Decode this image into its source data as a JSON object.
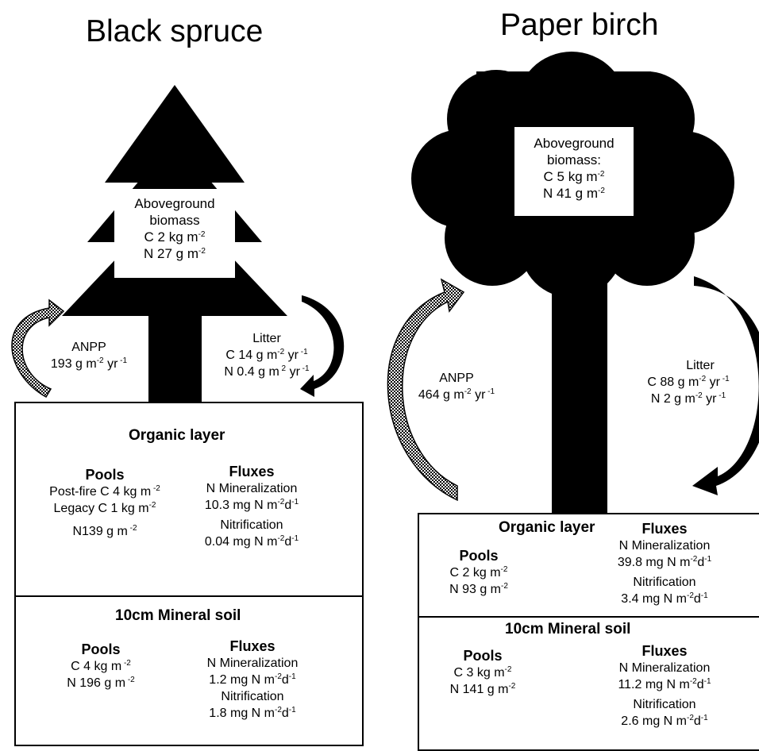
{
  "spruce": {
    "title": "Black spruce",
    "biomass": {
      "line1": "Aboveground",
      "line2": "biomass",
      "c_pre": "C 2 kg m",
      "c_sup": "-2",
      "n_pre": "N 27 g m",
      "n_sup": "-2"
    },
    "anpp": {
      "label": "ANPP",
      "val_pre": "193 g m",
      "val_sup1": "-2",
      "val_mid": " yr",
      "val_sup2": " -1"
    },
    "litter": {
      "label": "Litter",
      "c_pre": "C 14 g m",
      "c_sup1": "-2",
      "c_mid": " yr",
      "c_sup2": " -1",
      "n_pre": "N 0.4 g m",
      "n_sup1": " 2",
      "n_mid": " yr",
      "n_sup2": " -1"
    },
    "organic": {
      "title": "Organic layer",
      "pools_title": "Pools",
      "pool1_pre": "Post-fire C 4 kg m",
      "pool1_sup": " -2",
      "pool2_pre": "Legacy C 1 kg m",
      "pool2_sup": "-2",
      "pool3_pre": "N139 g m",
      "pool3_sup": " -2",
      "fluxes_title": "Fluxes",
      "min_label": "N Mineralization",
      "min_pre": "10.3 mg N m",
      "min_sup1": "-2",
      "min_mid": "d",
      "min_sup2": "-1",
      "nit_label": "Nitrification",
      "nit_pre": "0.04 mg N m",
      "nit_sup1": "-2",
      "nit_mid": "d",
      "nit_sup2": "-1"
    },
    "mineral": {
      "title": "10cm Mineral soil",
      "pools_title": "Pools",
      "pool1_pre": "C 4 kg m",
      "pool1_sup": " -2",
      "pool2_pre": "N 196 g m",
      "pool2_sup": " -2",
      "fluxes_title": "Fluxes",
      "min_label": "N Mineralization",
      "min_pre": "1.2 mg N m",
      "min_sup1": "-2",
      "min_mid": "d",
      "min_sup2": "-1",
      "nit_label": "Nitrification",
      "nit_pre": "1.8 mg N m",
      "nit_sup1": "-2",
      "nit_mid": "d",
      "nit_sup2": "-1"
    }
  },
  "birch": {
    "title": "Paper birch",
    "biomass": {
      "line1": "Aboveground",
      "line2": "biomass:",
      "c_pre": "C 5 kg m",
      "c_sup": "-2",
      "n_pre": "N 41 g m",
      "n_sup": "-2"
    },
    "anpp": {
      "label": "ANPP",
      "val_pre": "464 g m",
      "val_sup1": "-2",
      "val_mid": " yr",
      "val_sup2": " -1"
    },
    "litter": {
      "label": "Litter",
      "c_pre": "C 88 g m",
      "c_sup1": "-2",
      "c_mid": " yr",
      "c_sup2": " -1",
      "n_pre": "N 2 g m",
      "n_sup1": "-2",
      "n_mid": " yr",
      "n_sup2": " -1"
    },
    "organic": {
      "title": "Organic layer",
      "pools_title": "Pools",
      "pool1_pre": "C 2 kg m",
      "pool1_sup": "-2",
      "pool2_pre": "N 93 g m",
      "pool2_sup": "-2",
      "fluxes_title": "Fluxes",
      "min_label": "N Mineralization",
      "min_pre": "39.8 mg N m",
      "min_sup1": "-2",
      "min_mid": "d",
      "min_sup2": "-1",
      "nit_label": "Nitrification",
      "nit_pre": "3.4 mg N m",
      "nit_sup1": "-2",
      "nit_mid": "d",
      "nit_sup2": "-1"
    },
    "mineral": {
      "title": "10cm Mineral soil",
      "pools_title": "Pools",
      "pool1_pre": "C 3 kg m",
      "pool1_sup": "-2",
      "pool2_pre": "N 141 g m",
      "pool2_sup": "-2",
      "fluxes_title": "Fluxes",
      "min_label": "N Mineralization",
      "min_pre": "11.2 mg N m",
      "min_sup1": "-2",
      "min_mid": "d",
      "min_sup2": "-1",
      "nit_label": "Nitrification",
      "nit_pre": "2.6 mg N m",
      "nit_sup1": "-2",
      "nit_mid": "d",
      "nit_sup2": "-1"
    }
  },
  "colors": {
    "fill": "#000000",
    "background": "#ffffff"
  }
}
